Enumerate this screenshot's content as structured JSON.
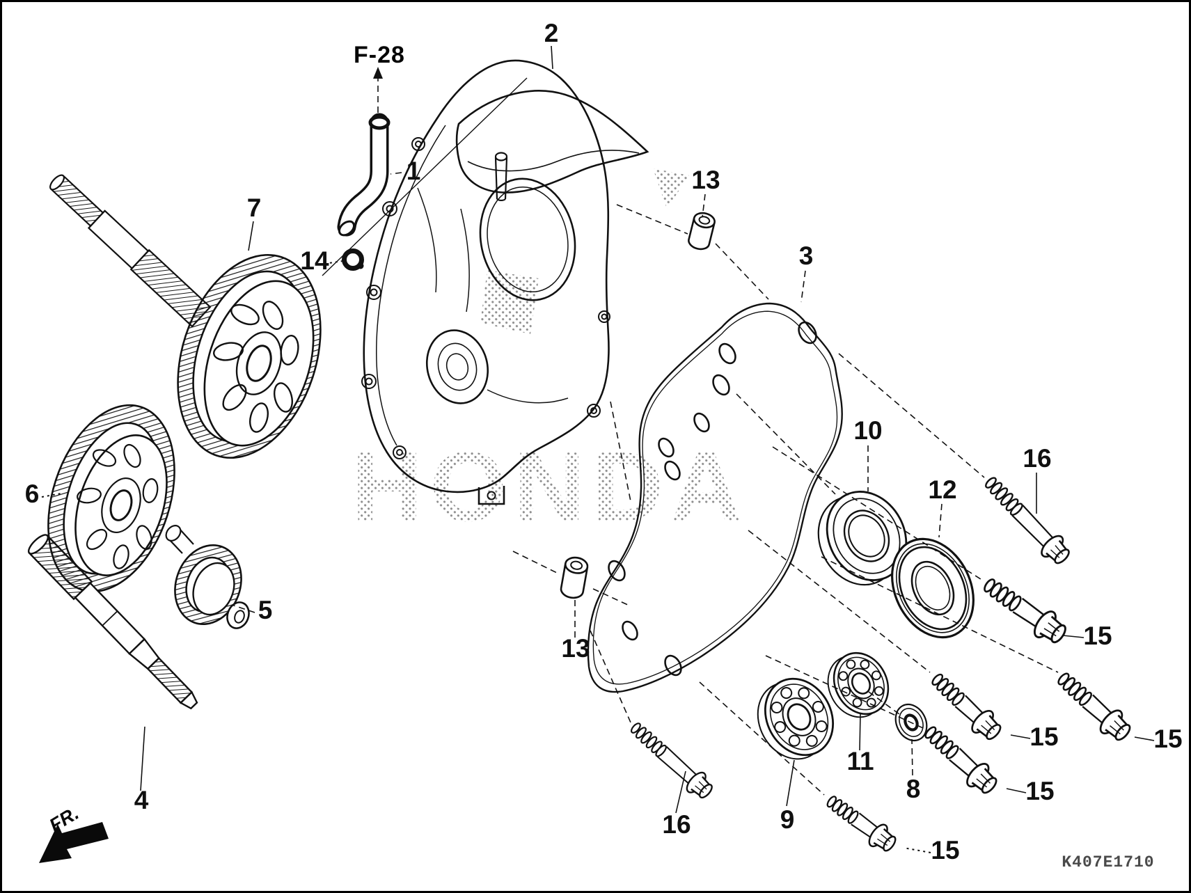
{
  "diagram": {
    "page_ref": "F-28",
    "diagram_code": "K407E1710",
    "direction_label": "FR.",
    "watermark": "HONDA",
    "line_color": "#111111",
    "paper_color": "#ffffff"
  },
  "callouts": [
    {
      "id": "1",
      "label": "1"
    },
    {
      "id": "2",
      "label": "2"
    },
    {
      "id": "3",
      "label": "3"
    },
    {
      "id": "4",
      "label": "4"
    },
    {
      "id": "5",
      "label": "5"
    },
    {
      "id": "6",
      "label": "6"
    },
    {
      "id": "7",
      "label": "7"
    },
    {
      "id": "8",
      "label": "8"
    },
    {
      "id": "9",
      "label": "9"
    },
    {
      "id": "10",
      "label": "10"
    },
    {
      "id": "11",
      "label": "11"
    },
    {
      "id": "12",
      "label": "12"
    },
    {
      "id": "13-upper",
      "label": "13"
    },
    {
      "id": "13-lower",
      "label": "13"
    },
    {
      "id": "14",
      "label": "14"
    },
    {
      "id": "15-a",
      "label": "15"
    },
    {
      "id": "15-b",
      "label": "15"
    },
    {
      "id": "15-c",
      "label": "15"
    },
    {
      "id": "15-d",
      "label": "15"
    },
    {
      "id": "15-e",
      "label": "15"
    },
    {
      "id": "16-a",
      "label": "16"
    },
    {
      "id": "16-b",
      "label": "16"
    }
  ]
}
